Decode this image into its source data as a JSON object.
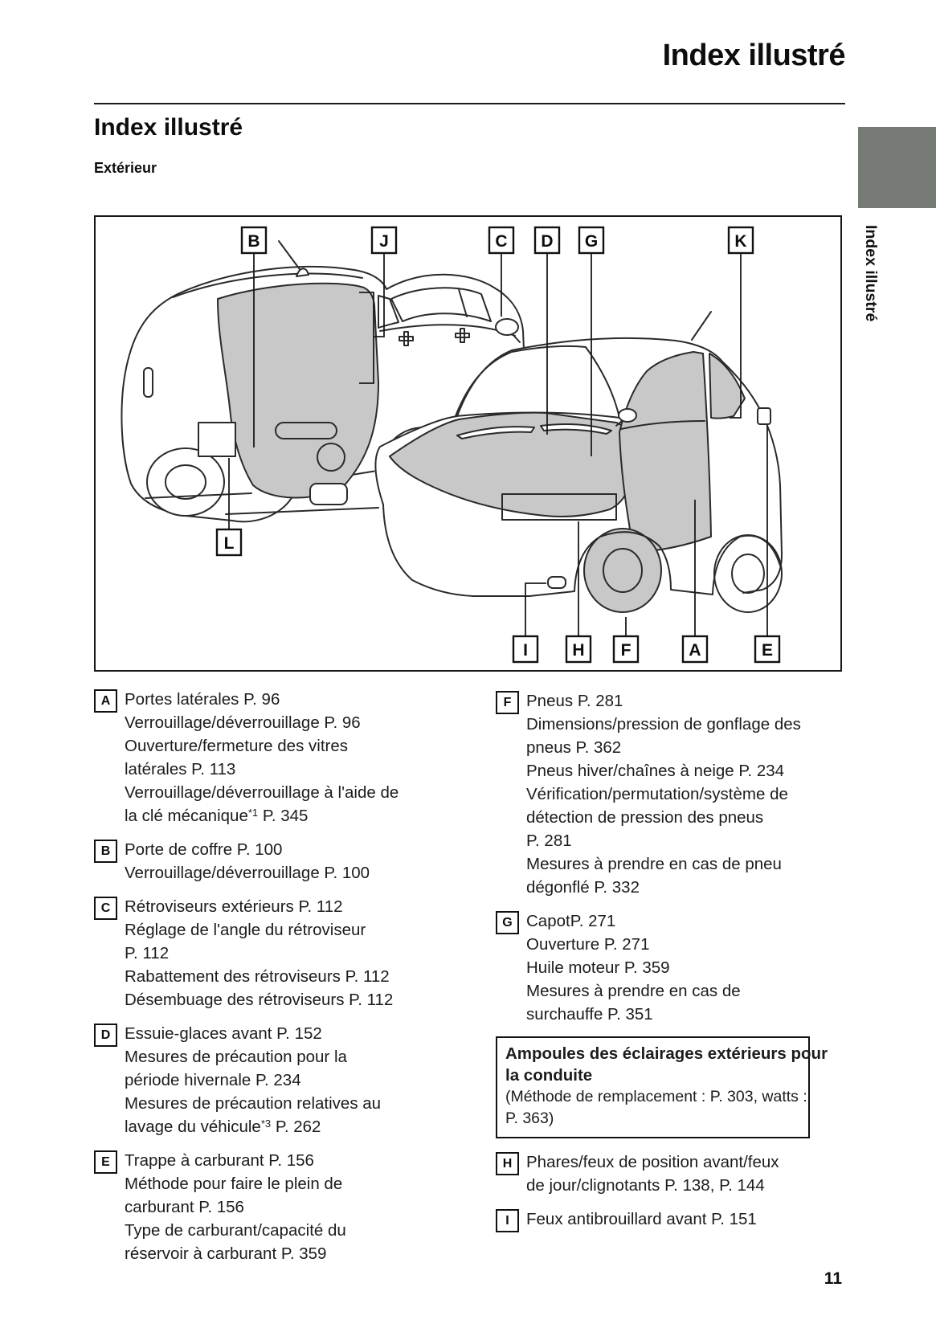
{
  "header": {
    "running_title": "Index illustré",
    "section_title": "Index illustré",
    "subsection_title": "Extérieur",
    "side_tab_label": "Index illustré"
  },
  "diagram": {
    "callout_letters": [
      "B",
      "J",
      "C",
      "D",
      "G",
      "K",
      "L",
      "I",
      "H",
      "F",
      "A",
      "E"
    ]
  },
  "legend": {
    "left": [
      {
        "id": "A",
        "lines": [
          "Portes latérales P. 96",
          "Verrouillage/déverrouillage P. 96",
          "Ouverture/fermeture des vitres",
          "latérales P. 113",
          "Verrouillage/déverrouillage à l'aide de",
          {
            "pre": "la clé mécanique",
            "sup": "*1",
            "post": " P. 345"
          }
        ]
      },
      {
        "id": "B",
        "lines": [
          "Porte de coffre P. 100",
          "Verrouillage/déverrouillage P. 100"
        ]
      },
      {
        "id": "C",
        "lines": [
          "Rétroviseurs extérieurs P. 112",
          "Réglage de l'angle du rétroviseur",
          "P. 112",
          "Rabattement des rétroviseurs P. 112",
          "Désembuage des rétroviseurs P. 112"
        ]
      },
      {
        "id": "D",
        "lines": [
          "Essuie-glaces avant P. 152",
          "Mesures de précaution pour la",
          "période hivernale P. 234",
          "Mesures de précaution relatives au",
          {
            "pre": "lavage du véhicule",
            "sup": "*3",
            "post": " P. 262"
          }
        ]
      },
      {
        "id": "E",
        "lines": [
          "Trappe à carburant P. 156",
          "Méthode pour faire le plein de",
          "carburant P. 156",
          "Type de carburant/capacité du",
          "réservoir à carburant P. 359"
        ]
      }
    ],
    "right": [
      {
        "id": "F",
        "lines": [
          "Pneus P. 281",
          "Dimensions/pression de gonflage des",
          "pneus P. 362",
          "Pneus hiver/chaînes à neige P. 234",
          "Vérification/permutation/système de",
          "détection de pression des pneus",
          "P. 281",
          "Mesures à prendre en cas de pneu",
          "dégonflé P. 332"
        ]
      },
      {
        "id": "G",
        "lines": [
          "CapotP. 271",
          "Ouverture P. 271",
          "Huile moteur P. 359",
          "Mesures à prendre en cas de",
          "surchauffe P. 351"
        ]
      }
    ],
    "bulb_box": {
      "title_lines": [
        "Ampoules des éclairages extérieurs pour",
        "la conduite"
      ],
      "body_lines": [
        "(Méthode de remplacement : P. 303, watts :",
        "P. 363)"
      ]
    },
    "right_after_box": [
      {
        "id": "H",
        "lines": [
          "Phares/feux de position avant/feux",
          "de jour/clignotants P. 138, P. 144"
        ]
      },
      {
        "id": "I",
        "lines": [
          "Feux antibrouillard avant P. 151"
        ]
      }
    ]
  },
  "footer": {
    "page_number": "11"
  }
}
